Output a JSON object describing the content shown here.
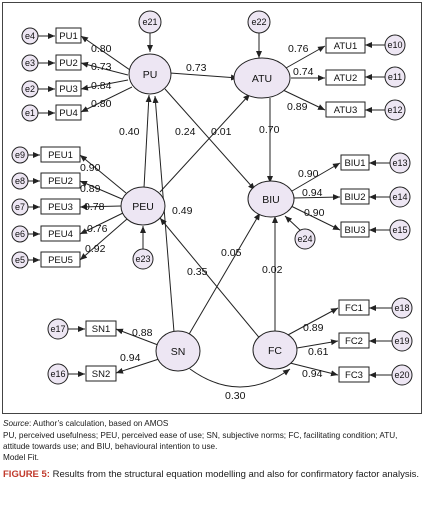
{
  "latents": {
    "PU": "PU",
    "ATU": "ATU",
    "PEU": "PEU",
    "BIU": "BIU",
    "SN": "SN",
    "FC": "FC"
  },
  "indicators": {
    "PU1": "PU1",
    "PU2": "PU2",
    "PU3": "PU3",
    "PU4": "PU4",
    "PEU1": "PEU1",
    "PEU2": "PEU2",
    "PEU3": "PEU3",
    "PEU4": "PEU4",
    "PEU5": "PEU5",
    "ATU1": "ATU1",
    "ATU2": "ATU2",
    "ATU3": "ATU3",
    "BIU1": "BIU1",
    "BIU2": "BIU2",
    "BIU3": "BIU3",
    "SN1": "SN1",
    "SN2": "SN2",
    "FC1": "FC1",
    "FC2": "FC2",
    "FC3": "FC3"
  },
  "errors": {
    "e1": "e1",
    "e2": "e2",
    "e3": "e3",
    "e4": "e4",
    "e5": "e5",
    "e6": "e6",
    "e7": "e7",
    "e8": "e8",
    "e9": "e9",
    "e10": "e10",
    "e11": "e11",
    "e12": "e12",
    "e13": "e13",
    "e14": "e14",
    "e15": "e15",
    "e16": "e16",
    "e17": "e17",
    "e18": "e18",
    "e19": "e19",
    "e20": "e20",
    "e21": "e21",
    "e22": "e22",
    "e23": "e23",
    "e24": "e24"
  },
  "loadings": {
    "PU1": "0.80",
    "PU2": "0.73",
    "PU3": "0.84",
    "PU4": "0.80",
    "PEU1": "0.90",
    "PEU2": "0.89",
    "PEU3": "0.78",
    "PEU4": "0.76",
    "PEU5": "0.92",
    "ATU1": "0.76",
    "ATU2": "0.74",
    "ATU3": "0.89",
    "BIU1": "0.90",
    "BIU2": "0.94",
    "BIU3": "0.90",
    "SN1": "0.88",
    "SN2": "0.94",
    "FC1": "0.89",
    "FC2": "0.61",
    "FC3": "0.94"
  },
  "paths": {
    "PU_ATU": "0.73",
    "PEU_PU": "0.40",
    "PEU_ATU": "0.24",
    "PU_BIU": "0.01",
    "ATU_BIU": "0.70",
    "SN_PU": "0.49",
    "SN_BIU": "0.05",
    "FC_PEU": "0.35",
    "FC_BIU": "0.02",
    "SN_FC": "0.30"
  },
  "caption": {
    "source_label": "Source",
    "source_text": ": Author’s calculation, based on AMOS",
    "abbreviations": "PU, perceived usefulness; PEU, perceived ease of use; SN, subjective norms; FC, facilitating condition; ATU, attitude towards use; and BIU, behavioural intention to use.",
    "model_fit": "Model Fit.",
    "figure_label": "FIGURE 5:",
    "figure_text": "Results from the structural equation modelling and also for confirmatory factor analysis."
  }
}
